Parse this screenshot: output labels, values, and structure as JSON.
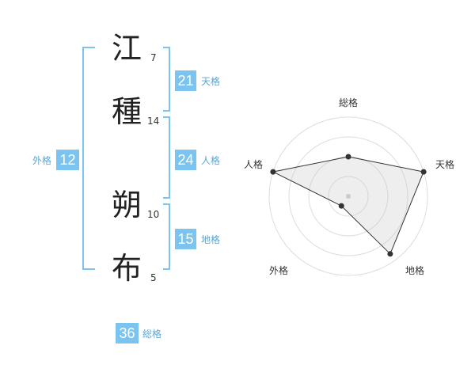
{
  "name": {
    "chars": [
      {
        "char": "江",
        "strokes": "7"
      },
      {
        "char": "種",
        "strokes": "14"
      },
      {
        "char": "朔",
        "strokes": "10"
      },
      {
        "char": "布",
        "strokes": "5"
      }
    ]
  },
  "fortunes": {
    "tenkaku": {
      "value": "21",
      "label": "天格"
    },
    "jinkaku": {
      "value": "24",
      "label": "人格"
    },
    "chikaku": {
      "value": "15",
      "label": "地格"
    },
    "gaikaku": {
      "value": "12",
      "label": "外格"
    },
    "soukaku": {
      "value": "36",
      "label": "総格"
    }
  },
  "colors": {
    "accent": "#7cc4f0",
    "label": "#5aa6d6",
    "bracket": "#7cc4f0"
  },
  "chart_data": {
    "type": "radar",
    "axes": [
      "総格",
      "天格",
      "地格",
      "外格",
      "人格"
    ],
    "values": [
      0.5,
      1.0,
      0.9,
      0.15,
      1.0
    ],
    "range": [
      0,
      1
    ],
    "rings": 4,
    "grid": true
  }
}
